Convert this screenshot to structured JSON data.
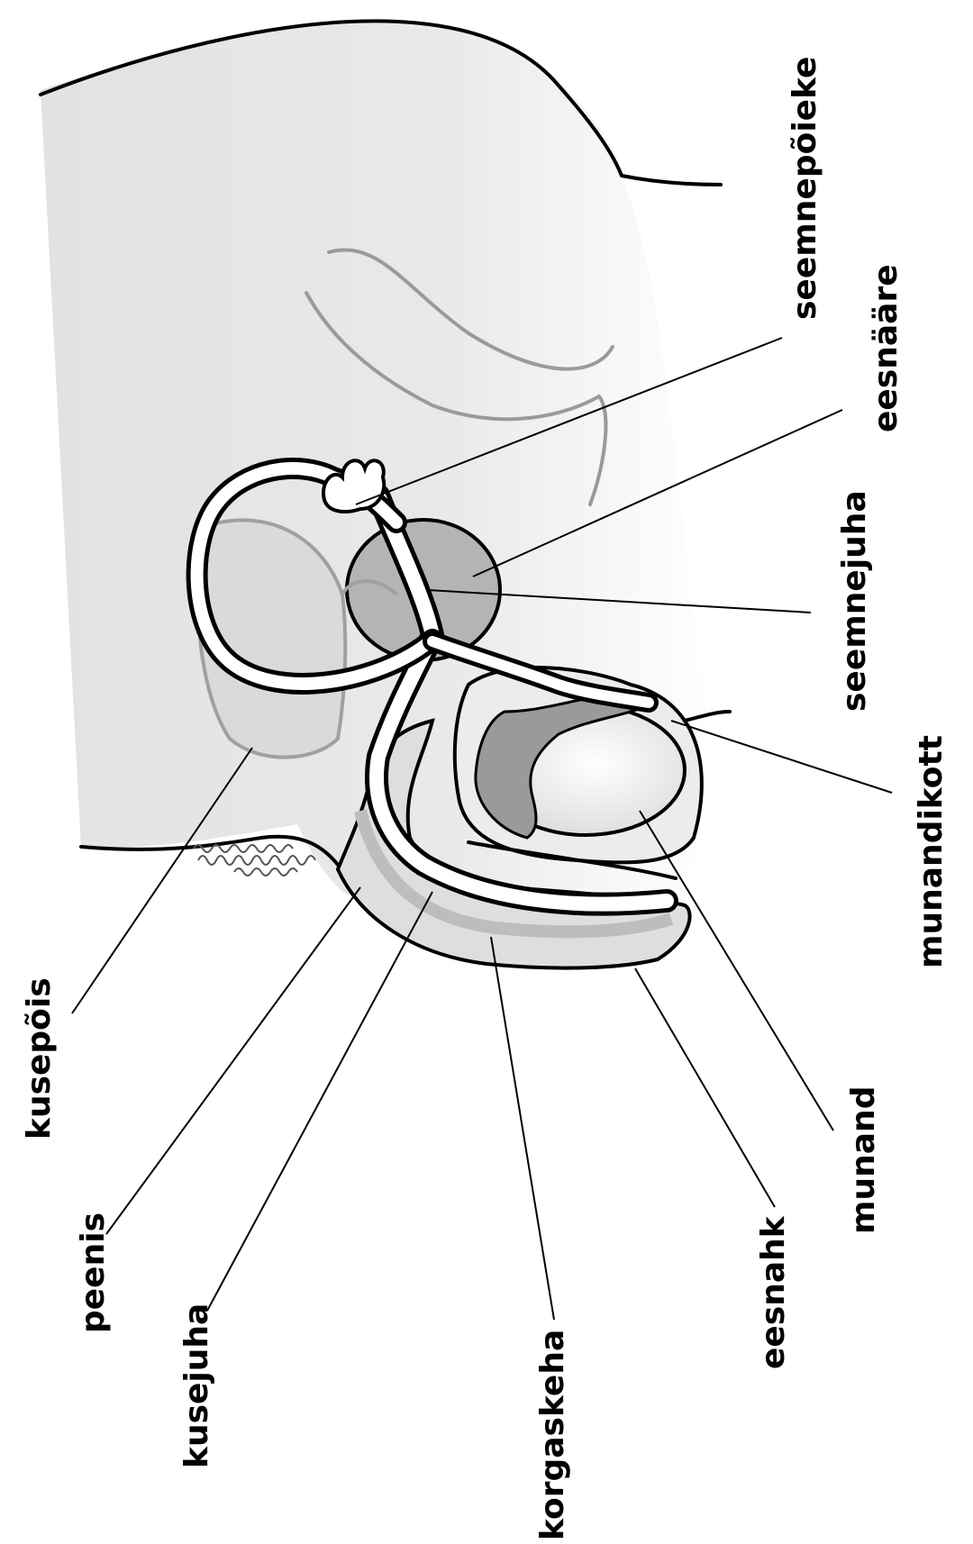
{
  "labels": {
    "kusepois": "kusepõis",
    "peenis": "peenis",
    "kusejuha": "kusejuha",
    "korgaskeha": "korgaskeha",
    "eesnahk": "eesnahk",
    "munand": "munand",
    "munandikott": "munandikott",
    "seemnejuha": "seemnejuha",
    "eesnaare": "eesnääre",
    "seemnepoieke": "seemnepõieke"
  },
  "colors": {
    "body_fill": "#e6e6e6",
    "organ_fill": "#bdbdbd",
    "dark_fill": "#8f8f8f",
    "line": "#000000",
    "faint_line": "#9a9a9a"
  }
}
